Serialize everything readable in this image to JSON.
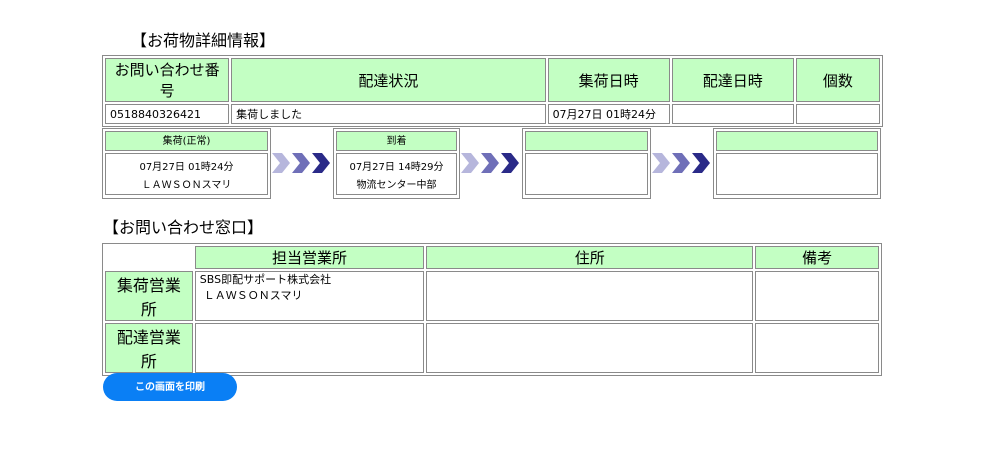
{
  "detail_title": "【お荷物詳細情報】",
  "detail_table": {
    "headers": [
      "お問い合わせ番号",
      "配達状況",
      "集荷日時",
      "配達日時",
      "個数"
    ],
    "row": [
      "0518840326421",
      "集荷しました",
      "07月27日 01時24分",
      "",
      ""
    ]
  },
  "status_steps": [
    {
      "label": "集荷(正常)",
      "line1": "07月27日 01時24分",
      "line2": "ＬＡＷＳＯＮスマリ"
    },
    {
      "label": "到着",
      "line1": "07月27日 14時29分",
      "line2": "物流センター中部"
    },
    {
      "label": "",
      "line1": "",
      "line2": ""
    },
    {
      "label": "",
      "line1": "",
      "line2": ""
    }
  ],
  "arrow_colors": [
    "#b6b6dc",
    "#6f6fb8",
    "#2a2a88"
  ],
  "contact_title": "【お問い合わせ窓口】",
  "contact_table": {
    "headers": [
      "",
      "担当営業所",
      "住所",
      "備考"
    ],
    "rows": [
      {
        "label": "集荷営業所",
        "office_line1": "SBS即配サポート株式会社",
        "office_line2": "ＬＡＷＳＯＮスマリ",
        "address": "",
        "note": ""
      },
      {
        "label": "配達営業所",
        "office_line1": "",
        "office_line2": "",
        "address": "",
        "note": ""
      }
    ]
  },
  "print_button": "この画面を印刷"
}
